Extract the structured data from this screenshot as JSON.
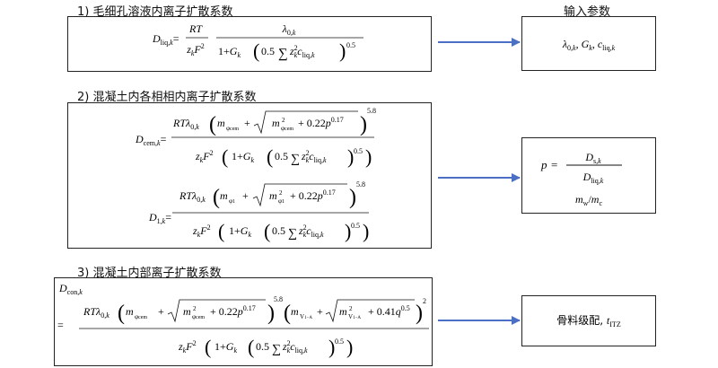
{
  "sections": [
    {
      "title": "1) 毛细孔溶液内离子扩散系数"
    },
    {
      "title": "2) 混凝土内各相相内离子扩散系数"
    },
    {
      "title": "3) 混凝土内部离子扩散系数"
    }
  ],
  "inputs_title": "输入参数",
  "colors": {
    "arrow": "#4a6fc4",
    "box_border": "#222222"
  },
  "inputs": [
    {
      "text": "λ0,k, Gk, cliq,k"
    },
    {
      "line1_lhs": "p",
      "line1_num": "Ds,k",
      "line1_den": "Dliq,k",
      "line2": "mw/mc"
    },
    {
      "text": "骨料级配, tITZ"
    }
  ],
  "equations": {
    "d_liq": "Dliq,k = (RT / zkF²) · λ0,k / (1+Gk(0.5 Σ zk² cliq,k)^0.5)",
    "d_cem": "Dcem,k = RTλ0,k (mφcem + sqrt(m²φcem + 0.22p^0.17))^5.8 / (zkF² (1+Gk (0.5Σzk²cliq,k)^0.5))",
    "d_1": "D1,k = RTλ0,k (mφ1 + sqrt(m²φ1 + 0.22p^0.17))^5.8 / (zkF² (1+Gk (0.5Σzk²cliq,k)^0.5))",
    "d_con": "Dcon,k = RTλ0,k (mφcem + sqrt(m²φcem + 0.22p^0.17))^5.8 (mV1-A + sqrt(m²V1-A + 0.41q^0.5))² / (zkF² (1+Gk(0.5Σzk²cliq,k)^0.5))"
  }
}
